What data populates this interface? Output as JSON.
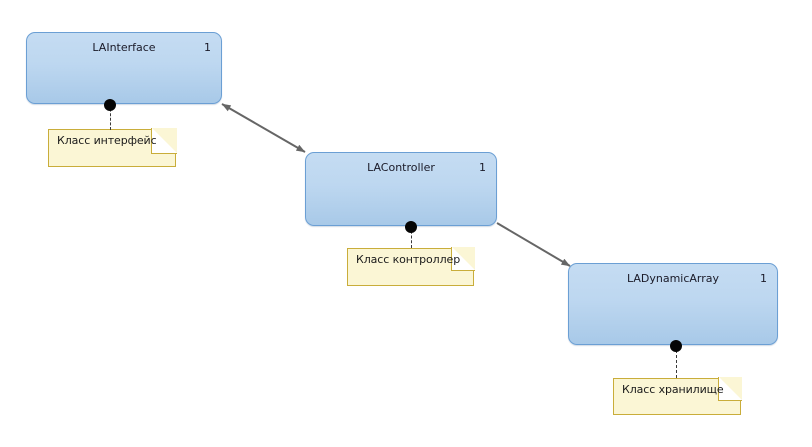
{
  "diagram": {
    "type": "uml-class-diagram",
    "background_color": "#ffffff",
    "class_fill_top": "#c5dcf2",
    "class_fill_bottom": "#a8c9e8",
    "class_border_color": "#6b9fd4",
    "note_fill_color": "#fbf6d5",
    "note_border_color": "#c9ad3a",
    "connector_color": "#666666",
    "anchor_color": "#050505",
    "classes": [
      {
        "id": "interface",
        "name": "LAInterface",
        "count": "1",
        "note": "Класс интерфейс"
      },
      {
        "id": "controller",
        "name": "LAController",
        "count": "1",
        "note": "Класс контроллер"
      },
      {
        "id": "dynamic-array",
        "name": "LADynamicArray",
        "count": "1",
        "note": "Класс хранилище"
      }
    ],
    "connectors": [
      {
        "id": "interface-controller",
        "from": "LAController",
        "to": "LAInterface",
        "arrow_style": "double-headed"
      },
      {
        "id": "controller-dynamicarray",
        "from": "LAController",
        "to": "LADynamicArray",
        "arrow_style": "single-headed"
      }
    ]
  }
}
